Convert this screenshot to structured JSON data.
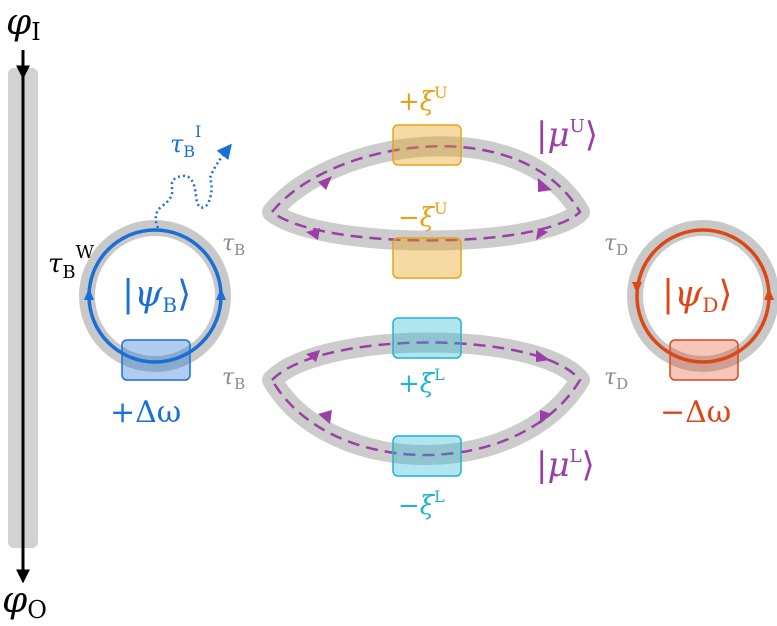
{
  "waveguide": {
    "input_symbol": "φ",
    "input_sub": "I",
    "output_symbol": "φ",
    "output_sub": "O"
  },
  "bright_resonator": {
    "ket_symbol": "ψ",
    "ket_sub": "B",
    "coupling_symbol": "τ",
    "coupling_sub": "B",
    "coupling_sup": "W",
    "loss_symbol": "τ",
    "loss_sub": "B",
    "loss_sup": "I",
    "detuning": "+Δω",
    "color": "#1a6fd6"
  },
  "dark_resonator": {
    "ket_symbol": "ψ",
    "ket_sub": "D",
    "detuning": "−Δω",
    "color": "#dd4716"
  },
  "upper_loop": {
    "ket_symbol": "μ",
    "ket_sup": "U",
    "top_shift_sign": "+",
    "bottom_shift_sign": "−",
    "shift_symbol": "ξ",
    "shift_sup": "U",
    "left_coupling_symbol": "τ",
    "left_coupling_sub": "B",
    "right_coupling_symbol": "τ",
    "right_coupling_sub": "D",
    "color": "#e8a21a"
  },
  "lower_loop": {
    "ket_symbol": "μ",
    "ket_sup": "L",
    "top_shift_sign": "+",
    "bottom_shift_sign": "−",
    "shift_symbol": "ξ",
    "shift_sup": "L",
    "left_coupling_symbol": "τ",
    "left_coupling_sub": "B",
    "right_coupling_symbol": "τ",
    "right_coupling_sub": "D",
    "color": "#1fb4d0"
  },
  "loop_color": "#9b3fa6"
}
